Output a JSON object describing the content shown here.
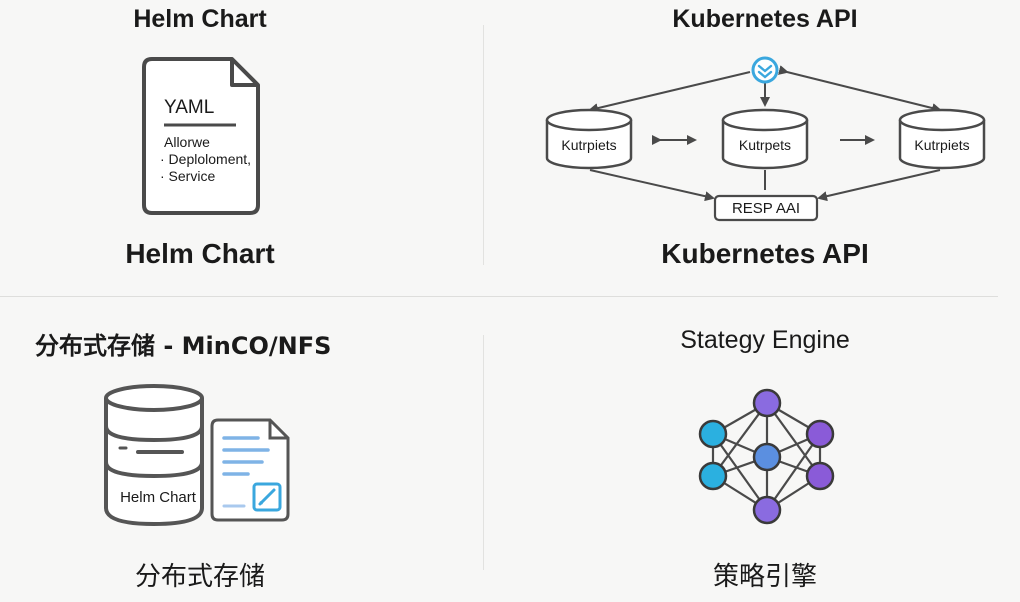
{
  "helm": {
    "title_top": "Helm Chart",
    "title_bottom": "Helm Chart",
    "doc_heading": "YAML",
    "doc_lines": [
      "Allorwe",
      "· Deploloment,",
      "· Service"
    ]
  },
  "k8s": {
    "title_top": "Kubernetes API",
    "title_bottom": "Kubernetes API",
    "nodes": [
      "Kutrpiets",
      "Kutrpets",
      "Kutrpiets"
    ],
    "resp_label": "RESP AAI",
    "hub_icon": "sync-icon"
  },
  "storage": {
    "title_top": "分布式存储 - MinCO/NFS",
    "title_bottom": "分布式存储",
    "db_label": "Helm Chart",
    "edit_icon": "edit-icon"
  },
  "strategy": {
    "title_top": "Stategy Engine",
    "title_bottom": "策略引擎"
  },
  "colors": {
    "stroke": "#4a4a4a",
    "accent_blue": "#3aa7de",
    "node_cyan": "#2bb0e0",
    "node_blue": "#5b8fe0",
    "node_purple": "#8a5bd8"
  }
}
